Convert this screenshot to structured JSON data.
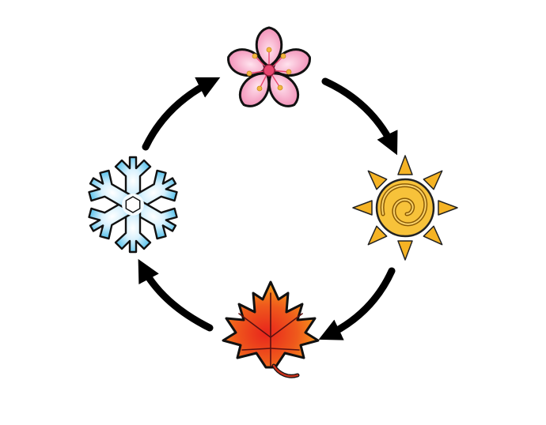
{
  "diagram": {
    "type": "cycle",
    "direction": "clockwise",
    "nodes": [
      {
        "id": "spring",
        "icon": "cherry-blossom-icon",
        "colors": {
          "petal": "#f7a3c4",
          "petal_light": "#ffe3ee",
          "center": "#e8466f",
          "stamen": "#f2b640"
        }
      },
      {
        "id": "summer",
        "icon": "sun-icon",
        "colors": {
          "ray": "#f5b324",
          "swirl": "#f7c23a"
        }
      },
      {
        "id": "autumn",
        "icon": "maple-leaf-icon",
        "colors": {
          "outer": "#f7a21b",
          "inner": "#e8251c",
          "vein": "#5a1010"
        }
      },
      {
        "id": "winter",
        "icon": "snowflake-icon",
        "colors": {
          "outer": "#5cc3ec",
          "inner": "#eef9ff"
        }
      }
    ],
    "edges": [
      {
        "from": "spring",
        "to": "summer"
      },
      {
        "from": "summer",
        "to": "autumn"
      },
      {
        "from": "autumn",
        "to": "winter"
      },
      {
        "from": "winter",
        "to": "spring"
      }
    ],
    "arrow_color": "#000000",
    "background": "#ffffff"
  }
}
